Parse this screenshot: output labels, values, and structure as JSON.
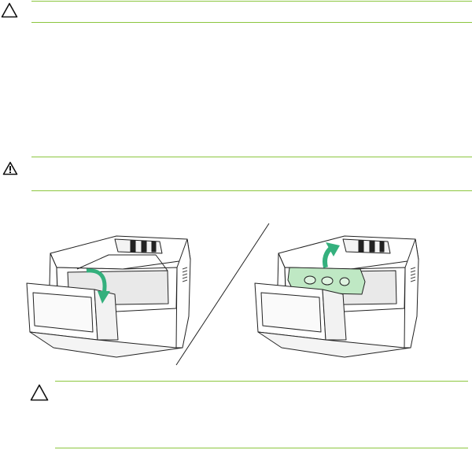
{
  "notices": [
    {
      "type": "caution",
      "icon": "caution-triangle-icon",
      "text": ""
    },
    {
      "type": "warning",
      "icon": "warning-exclamation-icon",
      "text": ""
    },
    {
      "type": "caution",
      "icon": "caution-triangle-icon",
      "text": ""
    }
  ],
  "figure": {
    "panels": [
      {
        "name": "open-front-door",
        "arrow_direction": "down"
      },
      {
        "name": "lift-print-cartridge",
        "arrow_direction": "up"
      }
    ]
  },
  "colors": {
    "rule": "#8cc63f",
    "arrow": "#34b07d",
    "cartridge_highlight": "#bfe8c4",
    "line_art": "#222222"
  }
}
